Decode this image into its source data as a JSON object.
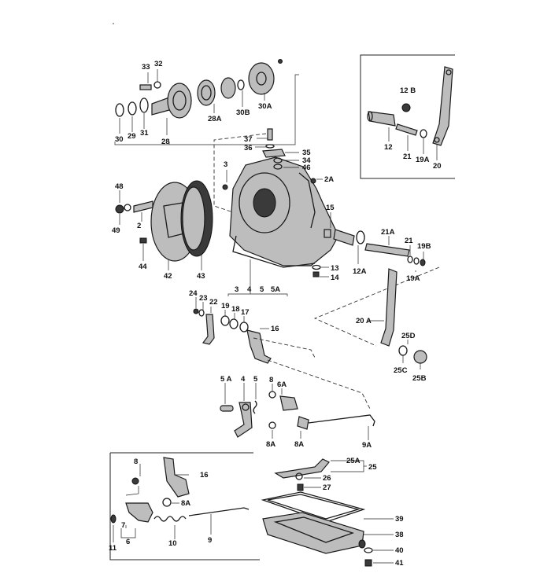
{
  "labels": {
    "l33": "33",
    "l32": "32",
    "l28": "28",
    "l28a": "28A",
    "l30b": "30B",
    "l30a": "30A",
    "l30": "30",
    "l29": "29",
    "l31": "31",
    "l12b": "12 B",
    "l12": "12",
    "l21": "21",
    "l19a_top": "19A",
    "l20": "20",
    "l37": "37",
    "l36": "36",
    "l35": "35",
    "l34": "34",
    "l46": "46",
    "l3": "3",
    "l2a": "2A",
    "l48": "48",
    "l49": "49",
    "l2": "2",
    "l44": "44",
    "l42": "42",
    "l43": "43",
    "l15": "15",
    "l21a": "21A",
    "l21b": "21",
    "l19b": "19B",
    "l12a": "12A",
    "l19a": "19A",
    "l13": "13",
    "l14": "14",
    "l_s3": "3",
    "l_s4": "4",
    "l_s5": "5",
    "l_s5a": "5A",
    "l24": "24",
    "l23": "23",
    "l22": "22",
    "l19": "19",
    "l18": "18",
    "l17": "17",
    "l16": "16",
    "l20a": "20 A",
    "l25d": "25D",
    "l25c": "25C",
    "l25b": "25B",
    "l5a": "5 A",
    "l4": "4",
    "l5": "5",
    "l8": "8",
    "l6a": "6A",
    "l8a_1": "8A",
    "l8a_2": "8A",
    "l9a": "9A",
    "l8_b": "8",
    "l16_b": "16",
    "l25a": "25A",
    "l25": "25",
    "l26": "26",
    "l27": "27",
    "l8a_b": "8A",
    "l7": "7",
    "l6": "6",
    "l11": "11",
    "l10": "10",
    "l9": "9",
    "l39": "39",
    "l38": "38",
    "l40": "40",
    "l41": "41"
  }
}
